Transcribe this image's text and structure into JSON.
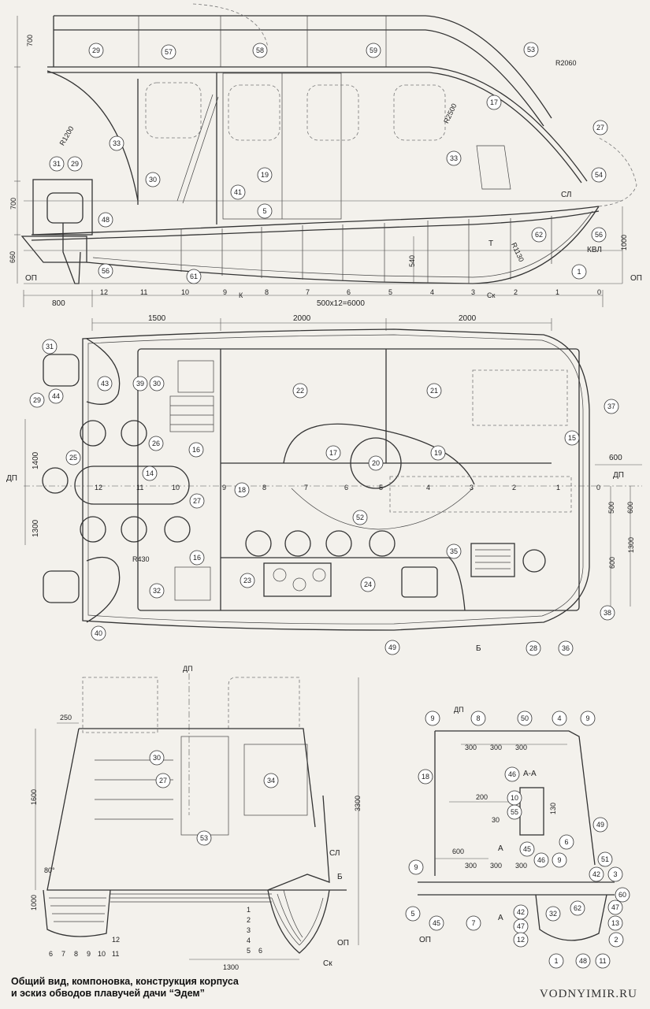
{
  "side_view": {
    "dims_left": [
      "700",
      "700",
      "660"
    ],
    "dim_right": "1000",
    "radii": [
      "R1200",
      "R2060",
      "R2500",
      "R1130"
    ],
    "waterline_labels": [
      "СЛ",
      "КВЛ",
      "ОП",
      "ОП"
    ],
    "dim_540": "540",
    "section_label_T": "Т",
    "frames": [
      "12",
      "11",
      "10",
      "9",
      "К",
      "8",
      "7",
      "6",
      "5",
      "4",
      "3",
      "Ск",
      "2",
      "1",
      "0"
    ],
    "bottom_dims": [
      "800",
      "500x12=6000"
    ],
    "callouts": [
      "29",
      "57",
      "58",
      "59",
      "53",
      "17",
      "27",
      "54",
      "56",
      "1",
      "62",
      "61",
      "56",
      "48",
      "31",
      "29",
      "33",
      "30",
      "19",
      "41",
      "5",
      "33"
    ]
  },
  "plan_view": {
    "top_dims": [
      "1500",
      "2000",
      "2000"
    ],
    "left_dims": [
      "1400",
      "1300"
    ],
    "right_dims": [
      "600",
      "500",
      "600",
      "600",
      "1300"
    ],
    "dp_labels": [
      "ДП",
      "ДП"
    ],
    "radius": "R430",
    "frames": [
      "12",
      "11",
      "10",
      "9",
      "8",
      "7",
      "6",
      "5",
      "4",
      "3",
      "2",
      "1",
      "0"
    ],
    "bottom_label": "Б",
    "callouts": [
      "31",
      "43",
      "44",
      "29",
      "39",
      "30",
      "22",
      "21",
      "37",
      "26",
      "25",
      "14",
      "16",
      "18",
      "17",
      "20",
      "19",
      "15",
      "27",
      "52",
      "16",
      "35",
      "32",
      "23",
      "24",
      "40",
      "49",
      "28",
      "36",
      "38"
    ]
  },
  "front_view": {
    "dims": [
      "250",
      "1600",
      "1000",
      "3300",
      "1300",
      "80°"
    ],
    "labels": [
      "ДП",
      "СЛ",
      "Б",
      "ОП",
      "Ск"
    ],
    "waterline_numbers": [
      "1",
      "2",
      "3",
      "4",
      "5",
      "6"
    ],
    "frame_numbers": [
      "6",
      "7",
      "8",
      "9",
      "10",
      "11",
      "12"
    ],
    "callouts": [
      "30",
      "27",
      "34",
      "53"
    ]
  },
  "section_view": {
    "title": "А-А",
    "dims": [
      "300",
      "300",
      "300",
      "200",
      "130",
      "30",
      "600",
      "300",
      "300",
      "300"
    ],
    "labels": [
      "ДП",
      "ОП",
      "А",
      "А"
    ],
    "callouts": [
      "9",
      "8",
      "50",
      "4",
      "9",
      "18",
      "46",
      "10",
      "55",
      "49",
      "6",
      "45",
      "9",
      "46",
      "9",
      "51",
      "42",
      "3",
      "60",
      "5",
      "45",
      "7",
      "42",
      "47",
      "32",
      "62",
      "47",
      "13",
      "12",
      "2",
      "1",
      "48",
      "11"
    ]
  },
  "caption": {
    "line1": "Общий вид, компоновка, конструкция корпуса",
    "line2": "и эскиз обводов плавучей дачи “Эдем”"
  },
  "watermark": "VODNYIMIR.RU"
}
